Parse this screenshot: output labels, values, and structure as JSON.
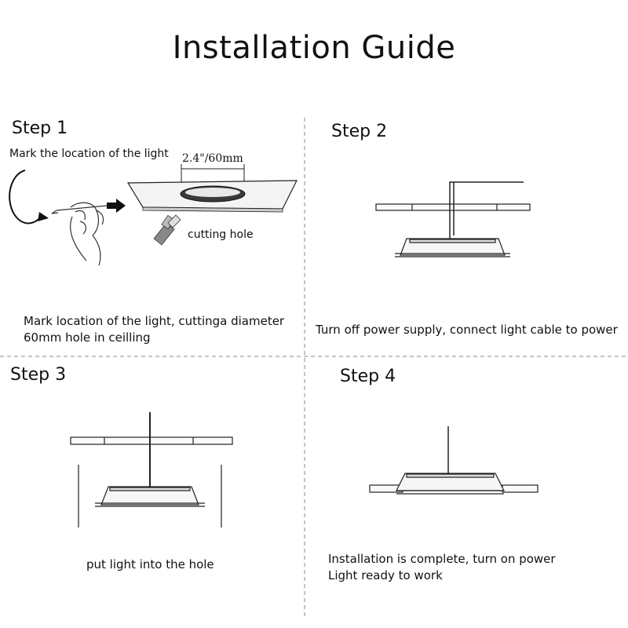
{
  "title": "Installation Guide",
  "steps": [
    {
      "label": "Step 1",
      "note": "Mark the location of the light",
      "dimension": "2.4\"/60mm",
      "tool_label": "cutting hole",
      "caption_line1": "Mark location of the light, cuttinga diameter",
      "caption_line2": "60mm hole in ceilling"
    },
    {
      "label": "Step 2",
      "caption_line1": "Turn off power supply, connect light cable to power"
    },
    {
      "label": "Step 3",
      "caption_line1": "put light into the hole"
    },
    {
      "label": "Step 4",
      "caption_line1": "Installation is complete, turn on power",
      "caption_line2": "Light ready to work"
    }
  ]
}
